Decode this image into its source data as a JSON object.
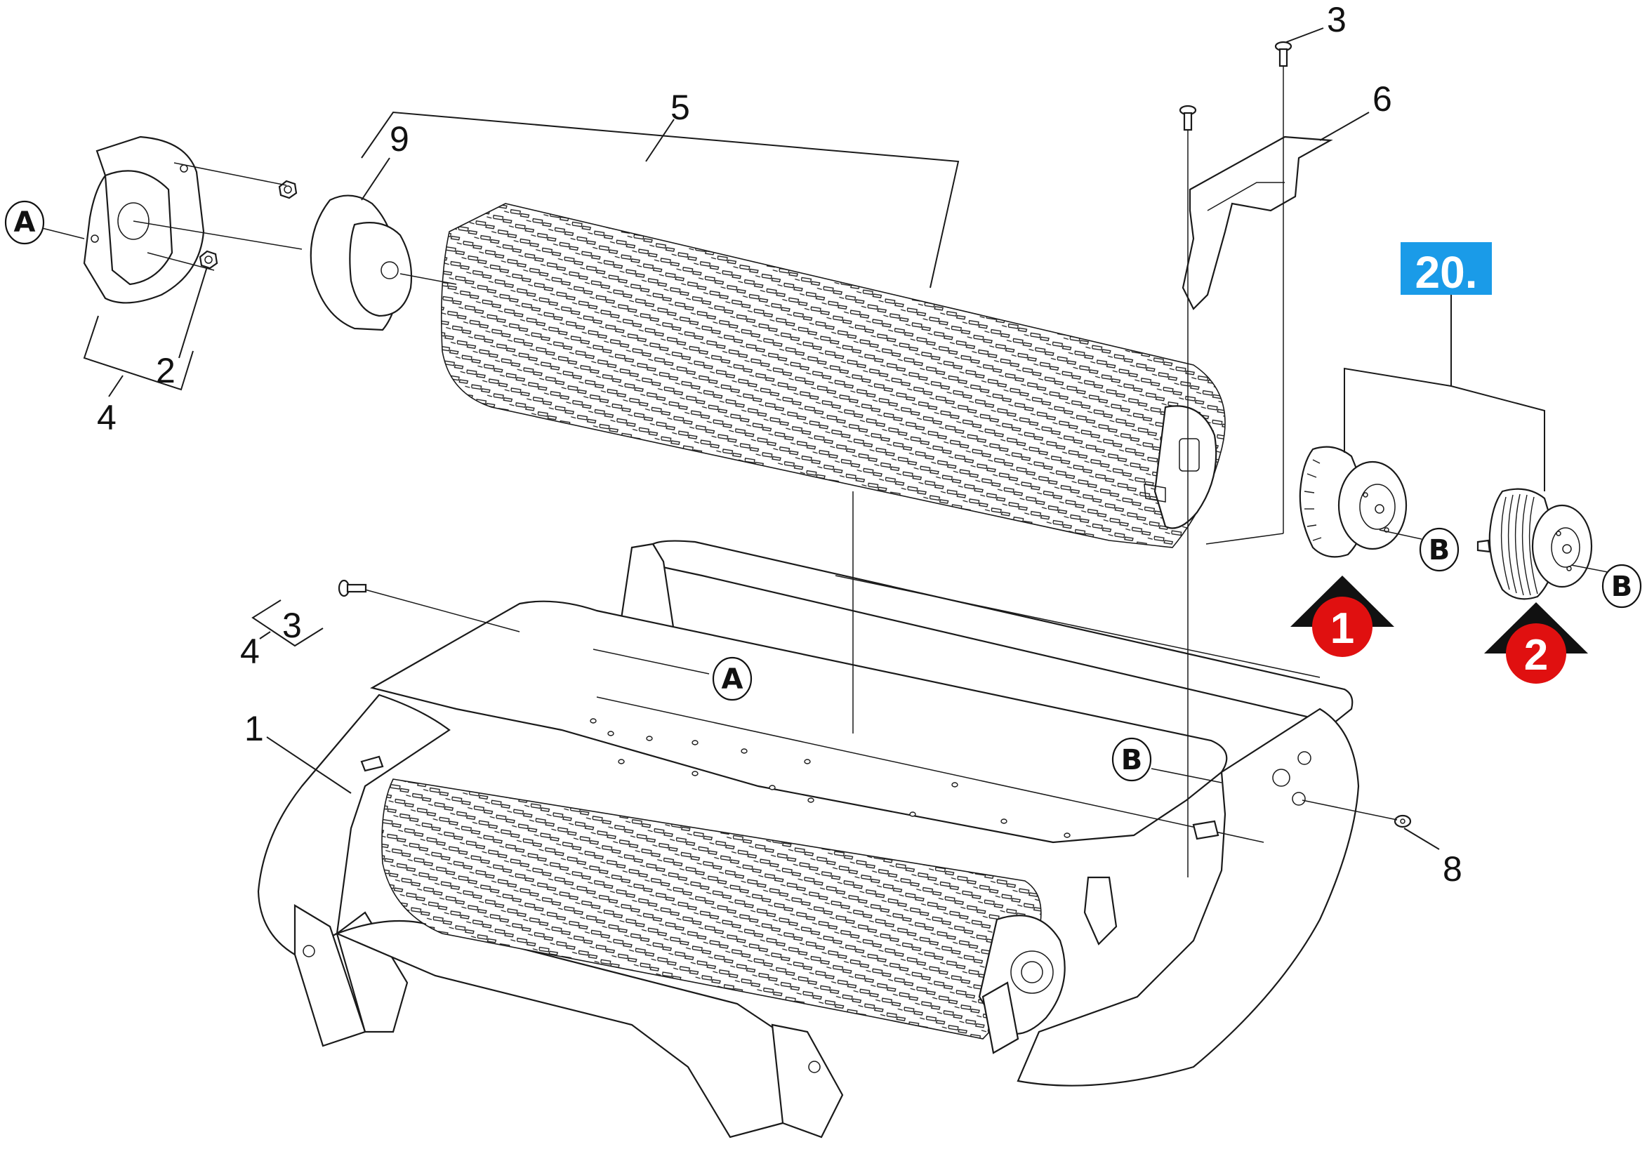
{
  "callouts": {
    "c3_top": "3",
    "c6": "6",
    "c5": "5",
    "c9": "9",
    "c2": "2",
    "c4_left": "4",
    "c3_left": "3",
    "c4_mid": "4",
    "c1": "1",
    "c8": "8"
  },
  "references": {
    "a_top": "A",
    "a_mid": "A",
    "b_opt1": "B",
    "b_opt2": "B",
    "b_frame": "B"
  },
  "assembly_badge": {
    "label": "20.",
    "color": "#1a9be8"
  },
  "options": [
    {
      "label": "1",
      "color": "#e01010"
    },
    {
      "label": "2",
      "color": "#e01010"
    }
  ],
  "icons": {
    "option_arrow": "up-arrow-icon"
  }
}
